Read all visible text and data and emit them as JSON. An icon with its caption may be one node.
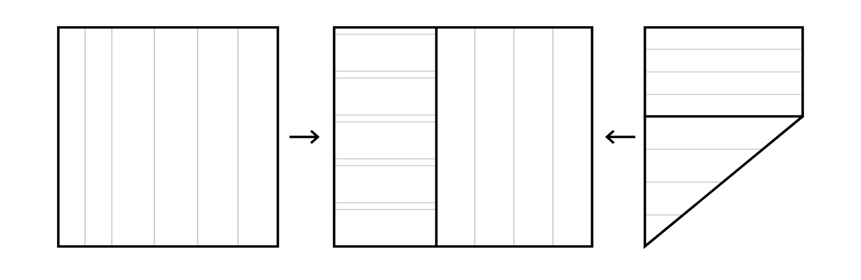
{
  "diagram": {
    "nodes": [
      {
        "text": [],
        "shape": "box"
      },
      {
        "text": [],
        "shape": "box"
      },
      {
        "text": [],
        "shape": "picture"
      }
    ],
    "edges": [
      {
        "from": 0,
        "to": 1,
        "arrow": "to"
      },
      {
        "from": 2,
        "to": 1,
        "arrow": "to"
      }
    ]
  }
}
